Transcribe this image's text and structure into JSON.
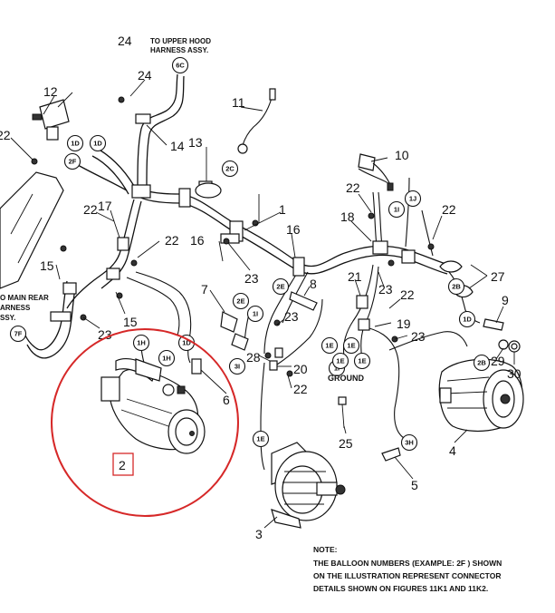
{
  "header_label": [
    "TO UPPER HOOD",
    "HARNESS ASSY."
  ],
  "side_label": [
    "O MAIN REAR",
    "ARNESS",
    "SSY."
  ],
  "ground_label": "GROUND",
  "note": {
    "title": "NOTE:",
    "lines": [
      "THE BALLOON NUMBERS (EXAMPLE: 2F ) SHOWN",
      "ON THE ILLUSTRATION REPRESENT CONNECTOR",
      "DETAILS SHOWN ON FIGURES 11K1 AND 11K2."
    ]
  },
  "callouts": [
    "24",
    "12",
    "24",
    "22",
    "13",
    "14",
    "11",
    "10",
    "22",
    "22",
    "17",
    "16",
    "1",
    "22",
    "18",
    "22",
    "16",
    "15",
    "23",
    "7",
    "8",
    "21",
    "23",
    "22",
    "27",
    "15",
    "23",
    "23",
    "19",
    "9",
    "23",
    "29",
    "30",
    "28",
    "20",
    "22",
    "6",
    "25",
    "4",
    "5",
    "3",
    "2",
    "6"
  ],
  "balloons": [
    "6C",
    "1D",
    "1D",
    "2F",
    "2C",
    "2E",
    "2E",
    "1I",
    "1I",
    "1J",
    "1I",
    "2B",
    "2B",
    "1D",
    "1H",
    "1H",
    "1D",
    "3I",
    "1E",
    "1E",
    "1E",
    "1E",
    "1E",
    "3H",
    "7F"
  ],
  "highlight": {
    "color": "#d62828",
    "label": "2"
  }
}
